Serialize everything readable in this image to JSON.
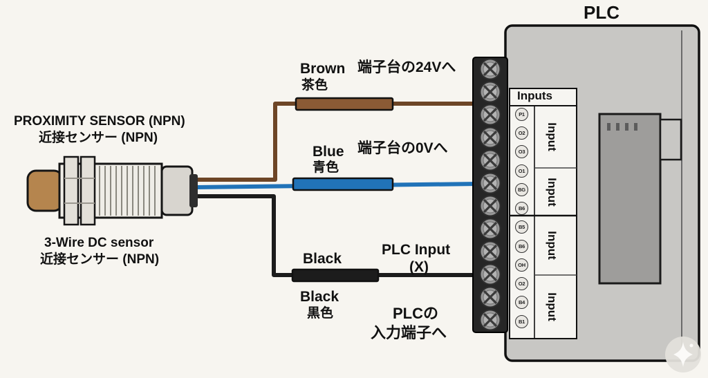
{
  "colors": {
    "background": "#f7f5f0",
    "brown_wire": "#8a5a35",
    "blue_wire": "#2173b8",
    "black_wire": "#1c1c1c",
    "plc_body": "#c8c7c4",
    "terminal_block": "#262626",
    "sensor_tip": "#b5854e"
  },
  "sensor": {
    "title_en": "PROXIMITY SENSOR (NPN)",
    "title_jp": "近接センサー (NPN)",
    "subtitle_en": "3-Wire DC sensor",
    "subtitle_jp": "近接センサー (NPN)"
  },
  "wires": {
    "brown": {
      "label": "Brown",
      "label_jp": "茶色",
      "destination": "端子台の24Vへ"
    },
    "blue": {
      "label": "Blue",
      "label_jp": "青色",
      "destination": "端子台の0Vへ"
    },
    "black": {
      "label_top": "Black",
      "label_bottom": "Black",
      "label_jp": "黒色",
      "destination_line1": "PLC Input",
      "destination_line2": "(X)",
      "destination_jp_line1": "PLCの",
      "destination_jp_line2": "入力端子へ"
    }
  },
  "plc": {
    "title": "PLC",
    "inputs_header": "Inputs",
    "input_section_labels": [
      "Input",
      "Input",
      "Input",
      "Input"
    ],
    "terminal_ids": [
      "P1",
      "O2",
      "O3",
      "O1",
      "BG",
      "B6",
      "B5",
      "B6",
      "OH",
      "O2",
      "B4",
      "B1"
    ]
  }
}
